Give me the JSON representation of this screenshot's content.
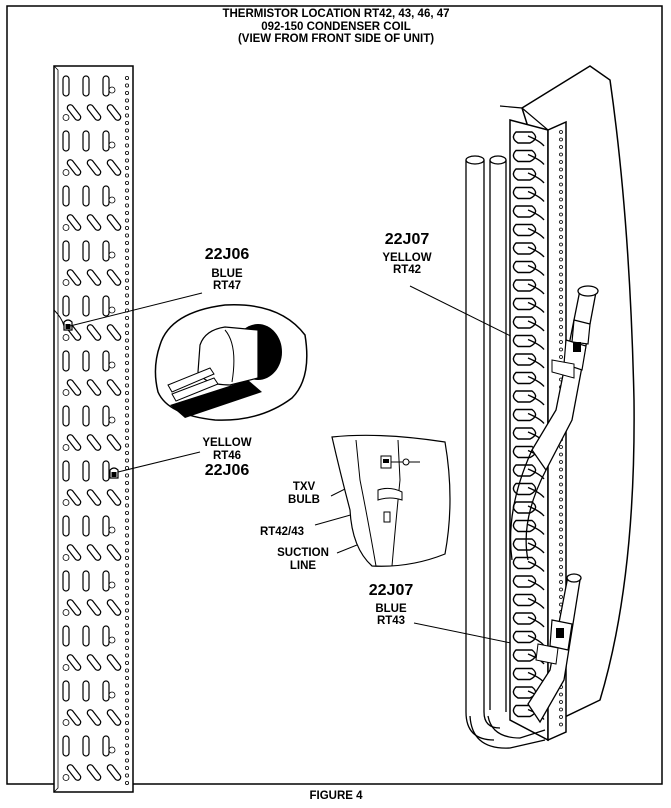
{
  "title": {
    "line1": "THERMISTOR LOCATION RT42, 43, 46, 47",
    "line2": "092-150 CONDENSER COIL",
    "line3": "(VIEW FROM FRONT SIDE OF UNIT)"
  },
  "callouts": {
    "rt47": {
      "code": "22J06",
      "color": "BLUE",
      "sensor": "RT47"
    },
    "rt46": {
      "code": "22J06",
      "color": "YELLOW",
      "sensor": "RT46"
    },
    "rt42": {
      "code": "22J07",
      "color": "YELLOW",
      "sensor": "RT42"
    },
    "rt43": {
      "code": "22J07",
      "color": "BLUE",
      "sensor": "RT43"
    }
  },
  "detail_labels": {
    "txv_bulb_line1": "TXV",
    "txv_bulb_line2": "BULB",
    "rt42_43": "RT42/43",
    "suction_line1": "SUCTION",
    "suction_line2": "LINE"
  },
  "caption": "FIGURE 4",
  "icons": [
    "thermistor-clip-icon",
    "connector-plug-icon"
  ]
}
